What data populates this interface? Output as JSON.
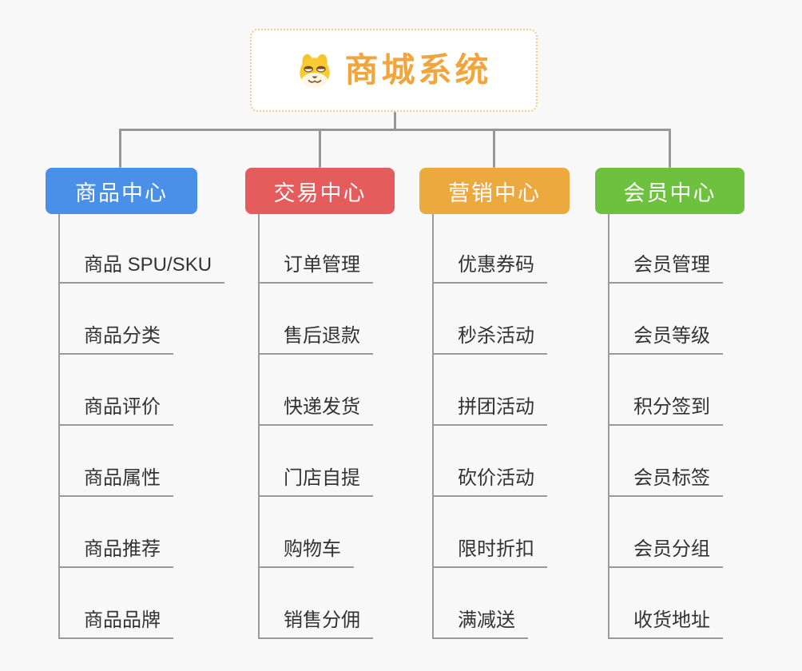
{
  "root": {
    "title": "商城系统",
    "icon": "dog-face-icon"
  },
  "branches": [
    {
      "label": "商品中心",
      "color": "#4a90e8",
      "children": [
        "商品 SPU/SKU",
        "商品分类",
        "商品评价",
        "商品属性",
        "商品推荐",
        "商品品牌"
      ]
    },
    {
      "label": "交易中心",
      "color": "#e55c5c",
      "children": [
        "订单管理",
        "售后退款",
        "快递发货",
        "门店自提",
        "购物车",
        "销售分佣"
      ]
    },
    {
      "label": "营销中心",
      "color": "#eca93f",
      "children": [
        "优惠券码",
        "秒杀活动",
        "拼团活动",
        "砍价活动",
        "限时折扣",
        "满减送"
      ]
    },
    {
      "label": "会员中心",
      "color": "#6ec13f",
      "children": [
        "会员管理",
        "会员等级",
        "积分签到",
        "会员标签",
        "会员分组",
        "收货地址"
      ]
    }
  ],
  "style_colors": {
    "background": "#f8f8f8",
    "connector": "#979797",
    "root_text": "#f0a63c",
    "root_border": "#f3c98f",
    "child_text": "#333333"
  }
}
